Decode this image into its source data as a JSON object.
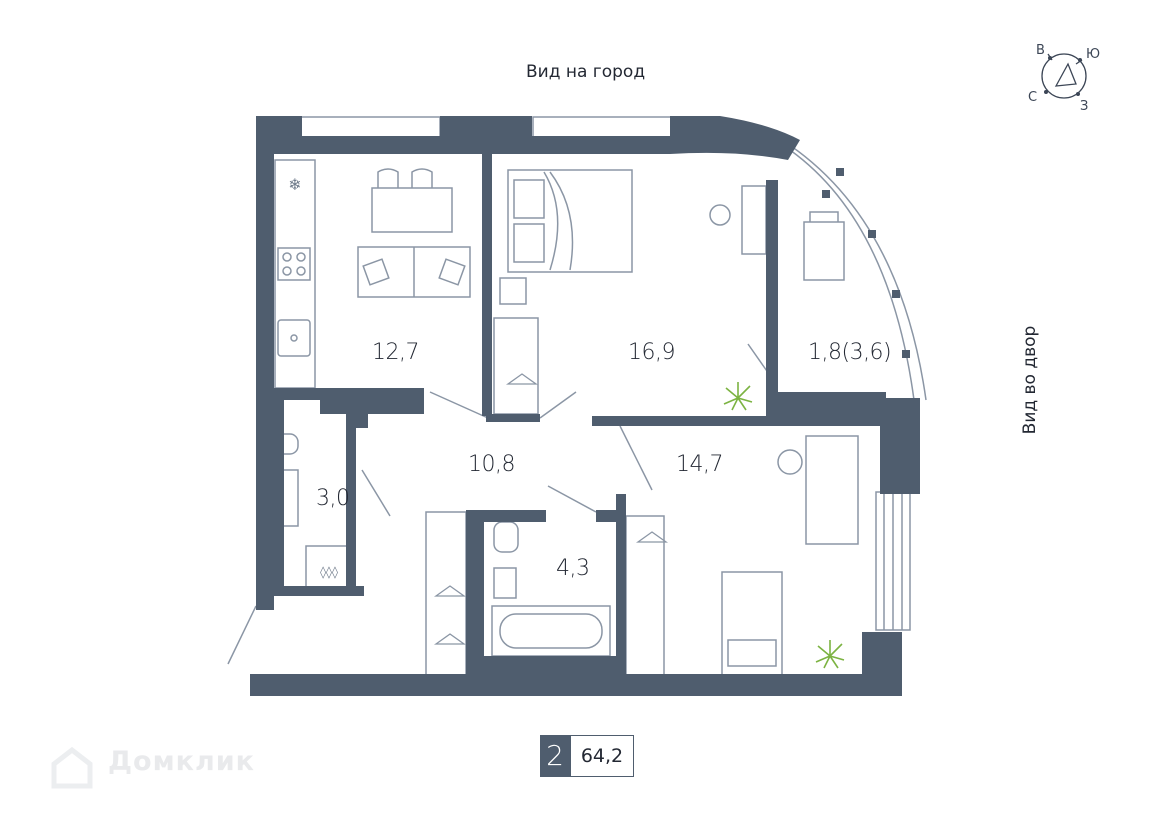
{
  "views": {
    "top": "Вид на город",
    "side": "Вид во двор"
  },
  "compass": {
    "n": "В",
    "s": "Ю",
    "w": "С",
    "e": "З"
  },
  "rooms": {
    "kitchen": "12,7",
    "bedroom": "16,9",
    "loggia": "1,8(3,6)",
    "hall": "10,8",
    "study": "14,7",
    "laundry": "3,0",
    "bath": "4,3"
  },
  "summary": {
    "room_count": "2",
    "total_area": "64,2"
  },
  "watermark": "Домклик",
  "colors": {
    "wall": "#4f5d6e",
    "line": "#8b96a5",
    "plant": "#7cb342",
    "text": "#232833"
  }
}
